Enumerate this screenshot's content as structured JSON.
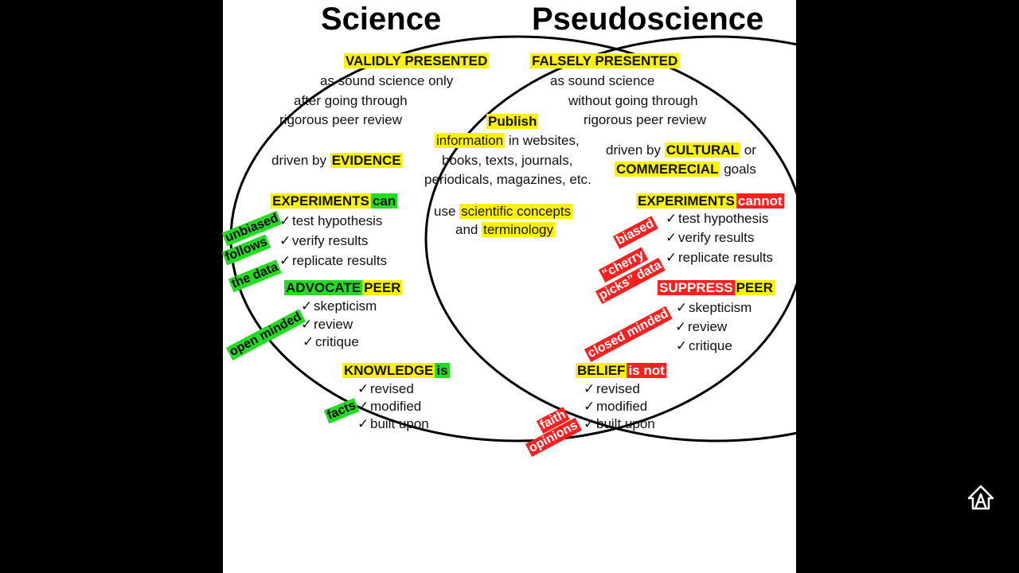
{
  "titles": {
    "left": "Science",
    "right": "Pseudoscience"
  },
  "science": {
    "validly": "VALIDLY PRESENTED",
    "line1": "as sound science only",
    "line2": "after going through",
    "line3": "rigorous peer review",
    "driven_prefix": "driven by",
    "evidence": "EVIDENCE",
    "experiments": "EXPERIMENTS",
    "can": "can",
    "exp_items": [
      "test hypothesis",
      "verify results",
      "replicate results"
    ],
    "advocate": "ADVOCATE",
    "peer": "PEER",
    "peer_items": [
      "skepticism",
      "review",
      "critique"
    ],
    "knowledge": "KNOWLEDGE",
    "is": "is",
    "know_items": [
      "revised",
      "modified",
      "built upon"
    ],
    "tags": {
      "unbiased": "unbiased",
      "follows": "follows",
      "the_data": "the data",
      "open_minded": "open minded",
      "facts": "facts"
    }
  },
  "center": {
    "publish": "Publish",
    "information": "information",
    "in_websites": "in websites,",
    "line2": "books, texts, journals,",
    "line3": "periodicals, magazines, etc.",
    "use": "use",
    "scientific_concepts": "scientific concepts",
    "and": "and",
    "terminology": "terminology"
  },
  "pseudo": {
    "falsely": "FALSELY PRESENTED",
    "line1": "as sound science",
    "line2": "without going through",
    "line3": "rigorous peer review",
    "driven_prefix": "driven by",
    "cultural": "CULTURAL",
    "or": "or",
    "commercial": "COMMERECIAL",
    "goals": "goals",
    "experiments": "EXPERIMENTS",
    "cannot": "cannot",
    "exp_items": [
      "test hypothesis",
      "verify results",
      "replicate results"
    ],
    "suppress": "SUPPRESS",
    "peer": "PEER",
    "peer_items": [
      "skepticism",
      "review",
      "critique"
    ],
    "belief": "BELIEF",
    "is_not": "is not",
    "belief_items": [
      "revised",
      "modified",
      "built upon"
    ],
    "tags": {
      "biased": "biased",
      "cherry": "“cherry",
      "picks_data": "picks” data",
      "closed_minded": "closed minded",
      "faith": "faith",
      "opinions": "opinions"
    }
  },
  "checkmark": "✓",
  "icons": {
    "corner": "home-accessibility-icon"
  }
}
